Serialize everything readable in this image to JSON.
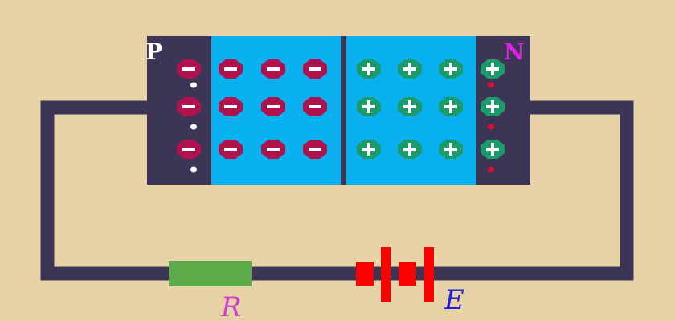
{
  "labels": {
    "p_region": "P",
    "n_region": "N",
    "resistor": "R",
    "battery": "E"
  },
  "colors": {
    "background": "#e8d2a8",
    "wire": "#3d3556",
    "depletion_region": "#08b0f0",
    "junction_line": "#3d3556",
    "negative_ion": "#b0124e",
    "positive_ion": "#1a9c6a",
    "hole": "#ffffff",
    "electron": "#e0102a",
    "resistor": "#5caa4a",
    "battery": "#ff0000",
    "label_p": "#ffffff",
    "label_n": "#e020e0",
    "label_r": "#d040d0",
    "label_e": "#2020e0"
  },
  "ion_rows": 3,
  "negative_ions_per_row": 4,
  "positive_ions_per_row": 4,
  "icons": {
    "negative_ion": "minus-circle-icon",
    "positive_ion": "plus-circle-icon"
  }
}
